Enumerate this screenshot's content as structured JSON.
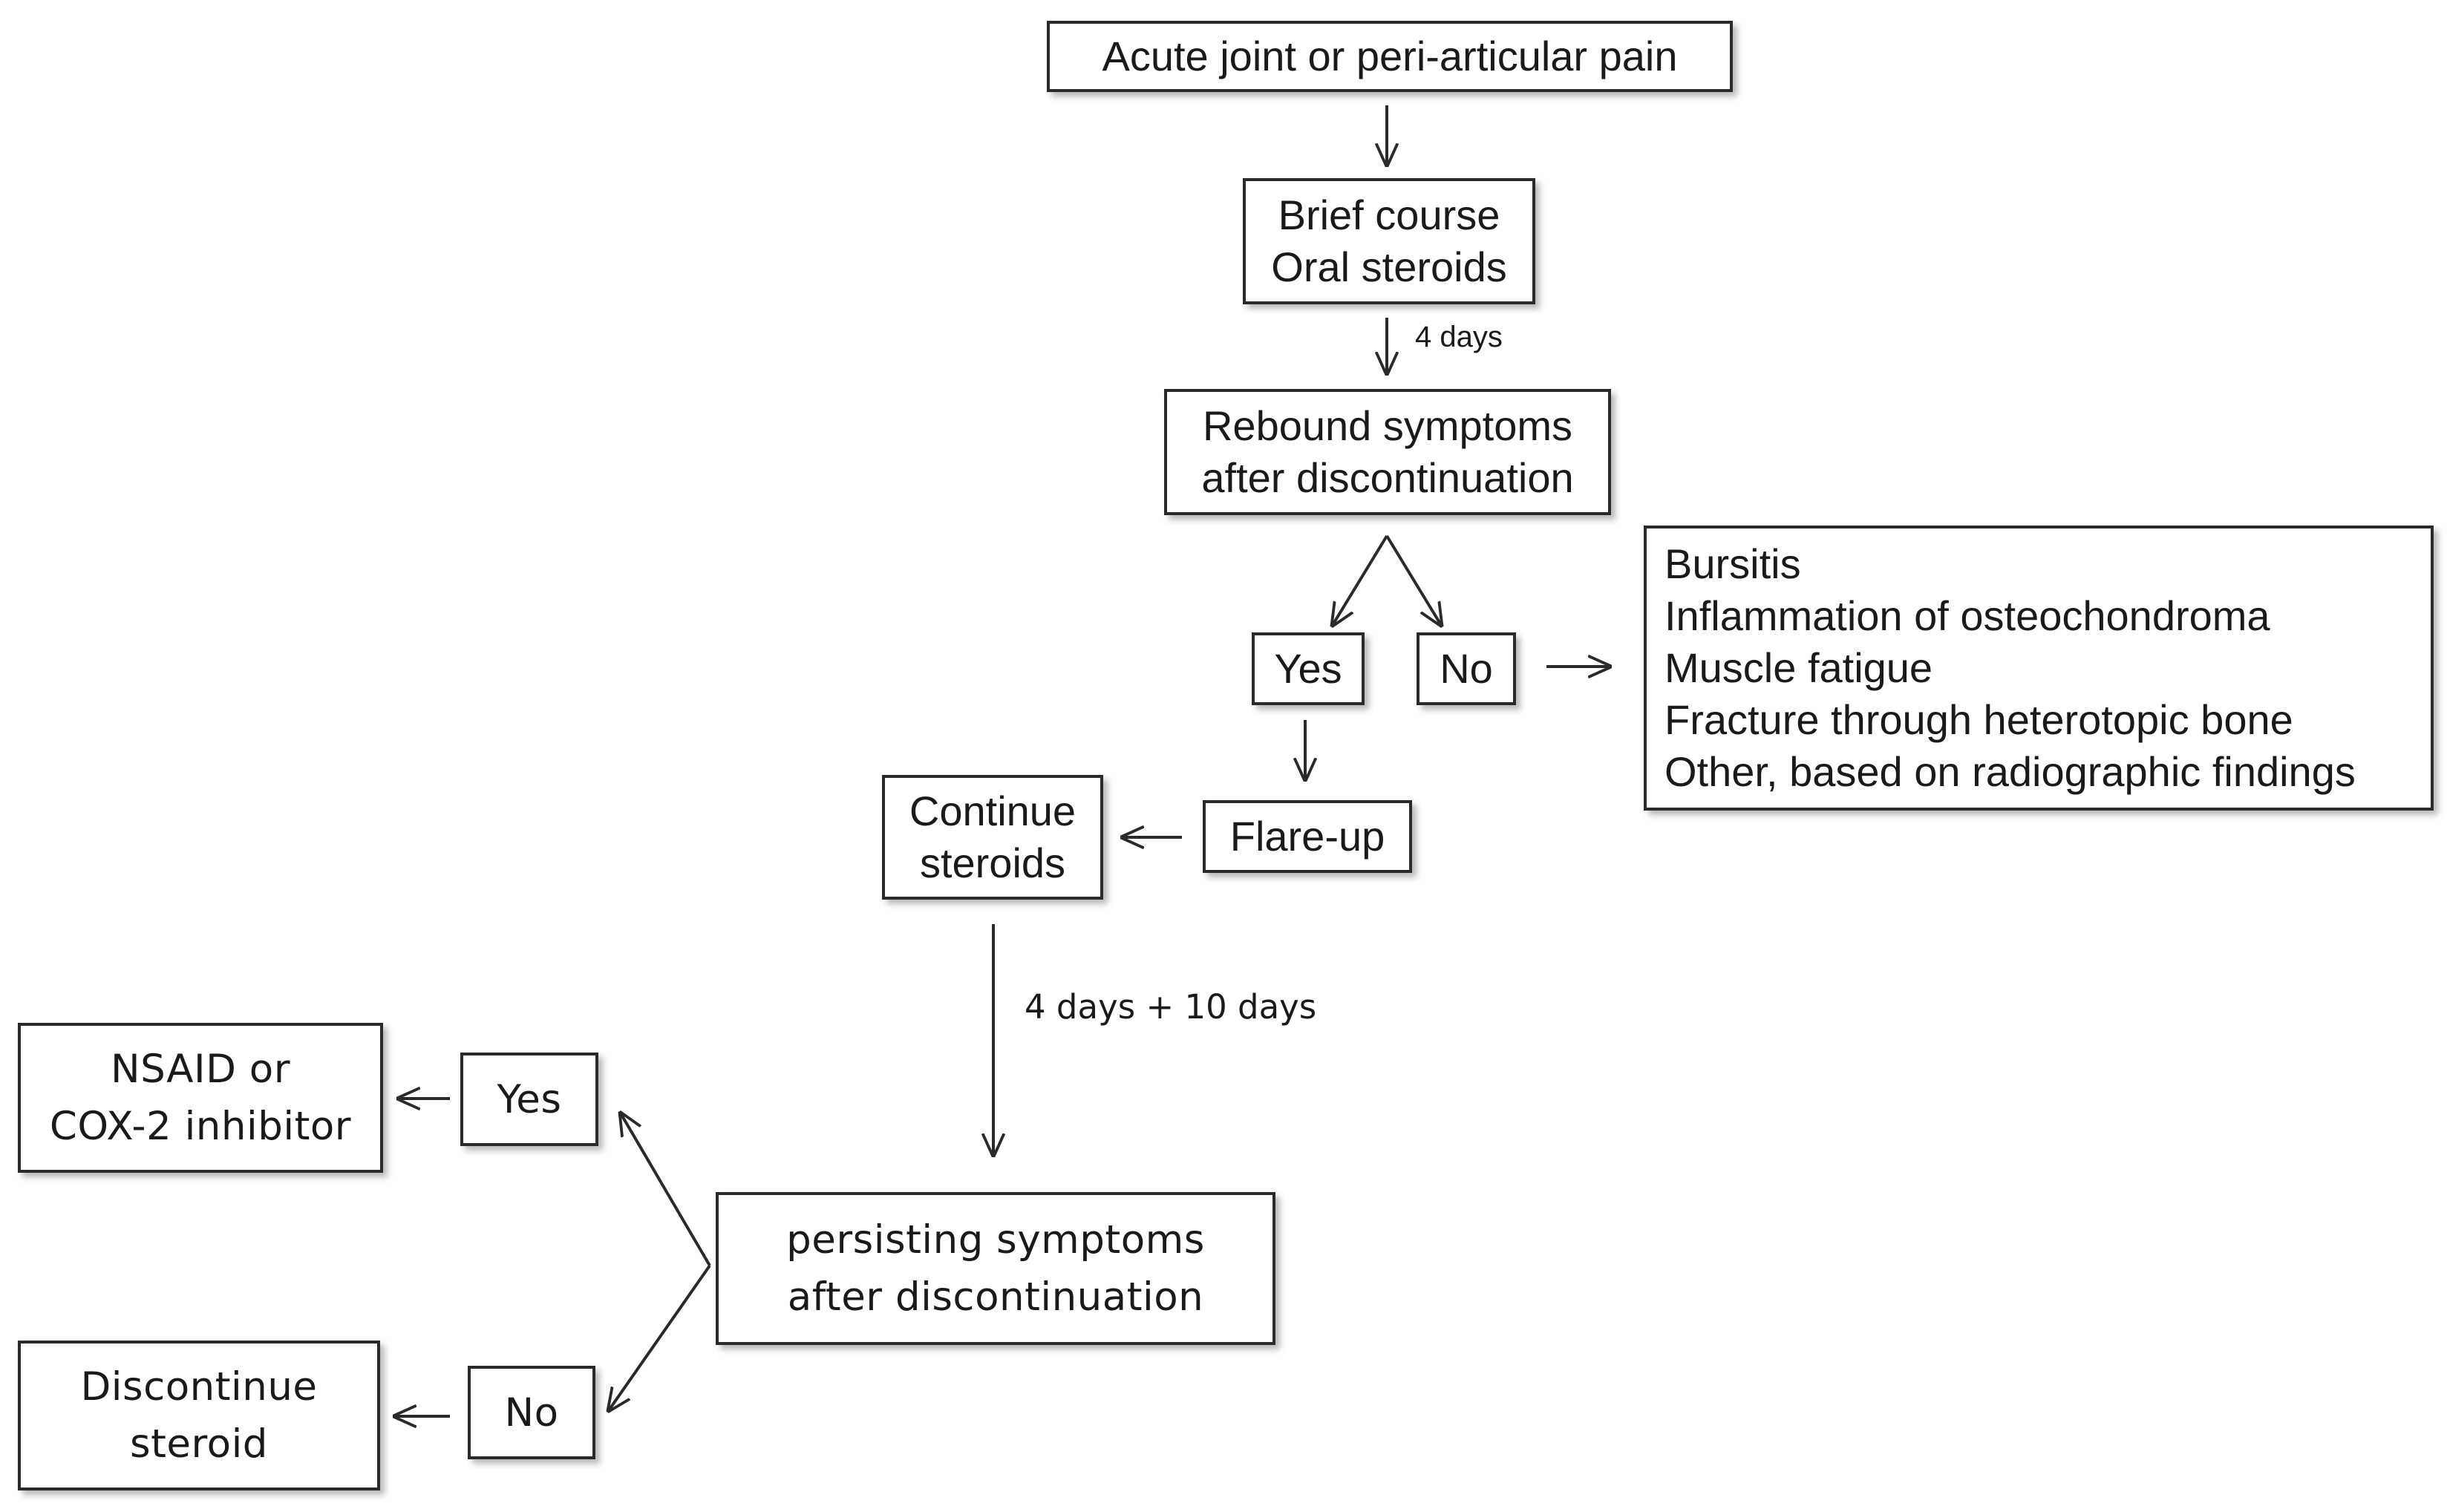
{
  "nodes": {
    "acute_pain": [
      "Acute joint or peri-articular pain"
    ],
    "brief_course": [
      "Brief course",
      "Oral steroids"
    ],
    "rebound": [
      "Rebound symptoms",
      "after discontinuation"
    ],
    "yes_1": [
      "Yes"
    ],
    "no_1": [
      "No"
    ],
    "alternatives": [
      "Bursitis",
      "Inflammation of osteochondroma",
      "Muscle fatigue",
      "Fracture through heterotopic bone",
      "Other, based on radiographic findings"
    ],
    "flare_up": [
      "Flare-up"
    ],
    "continue_steroids": [
      "Continue",
      "steroids"
    ],
    "persisting": [
      "persisting symptoms",
      "after discontinuation"
    ],
    "yes_2": [
      "Yes"
    ],
    "no_2": [
      "No"
    ],
    "nsaid": [
      "NSAID or",
      "COX-2  inhibitor"
    ],
    "discontinue": [
      "Discontinue",
      "steroid"
    ]
  },
  "edge_labels": {
    "four_days": "4 days",
    "four_plus_ten_days": "4 days + 10 days"
  }
}
